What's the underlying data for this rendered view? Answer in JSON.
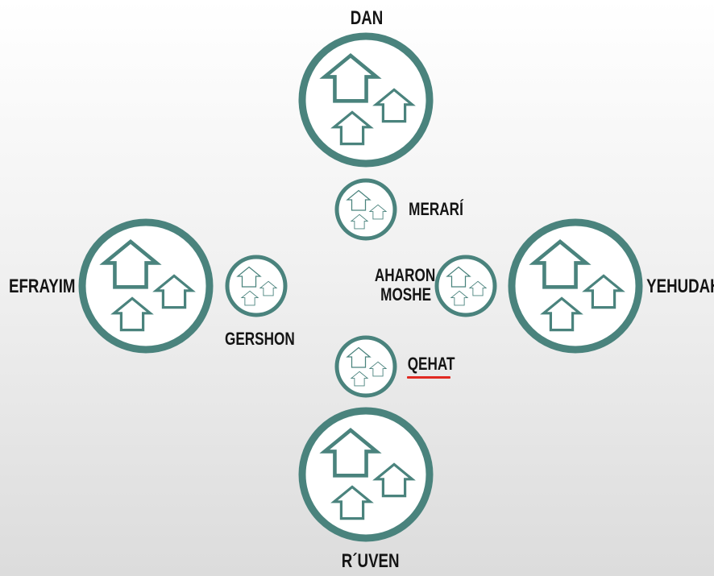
{
  "colors": {
    "teal": "#4a837d",
    "text": "#141414",
    "underline": "#e12a22"
  },
  "icons": {
    "camp": "houses-icon"
  },
  "labels": {
    "dan": "DAN",
    "ruven": "R´UVEN",
    "efrayim": "EFRAYIM",
    "yehudah": "YEHUDAH",
    "merari": "MERARÍ",
    "gershon": "GERSHON",
    "aharon": "AHARON",
    "moshe": "MOSHE",
    "qehat": "QEHAT"
  }
}
